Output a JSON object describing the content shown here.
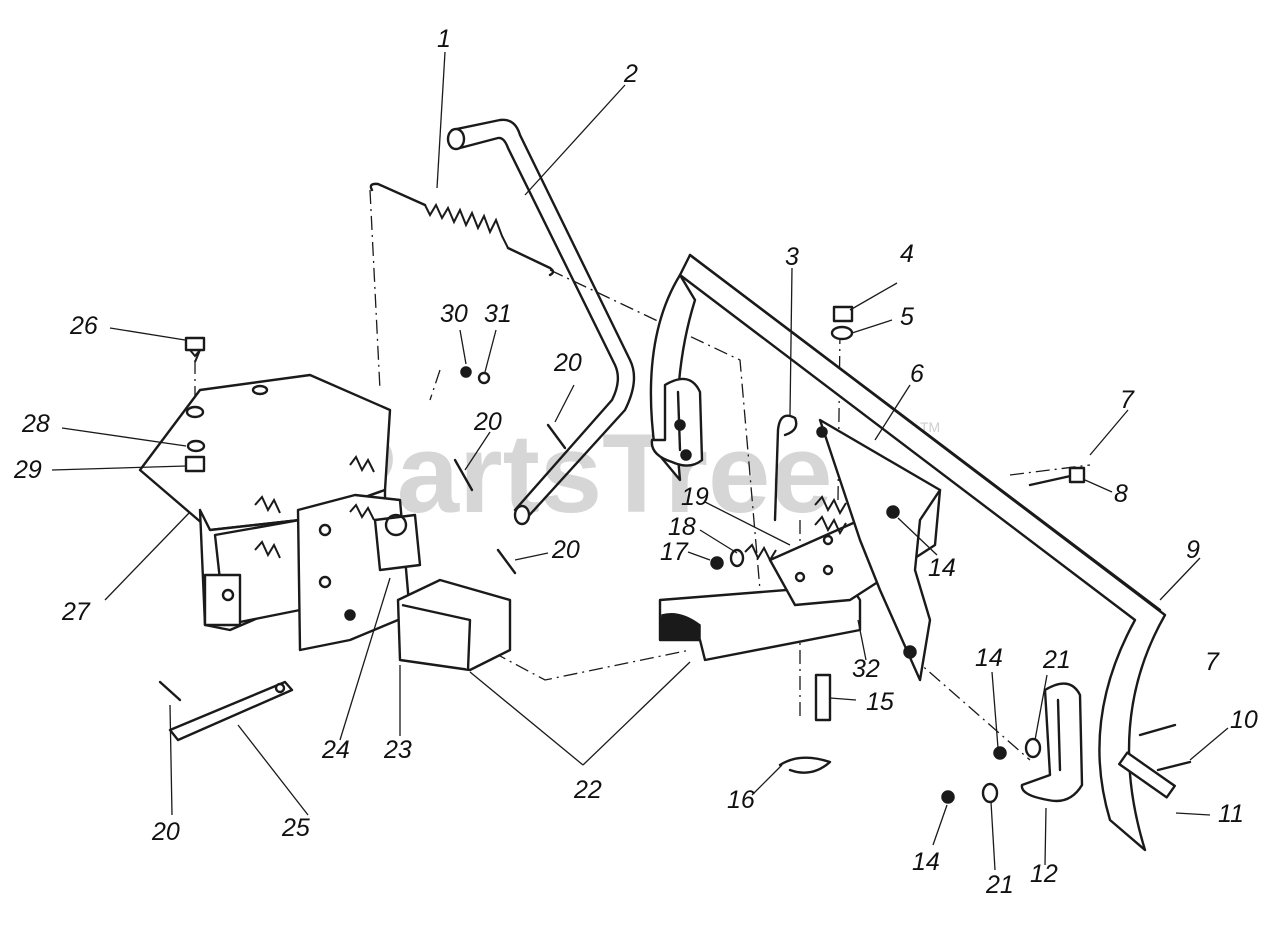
{
  "watermark": {
    "text": "PartsTree",
    "mark": "TM"
  },
  "callouts": {
    "c1": "1",
    "c2": "2",
    "c3": "3",
    "c4": "4",
    "c5": "5",
    "c6": "6",
    "c7a": "7",
    "c7b": "7",
    "c8": "8",
    "c9": "9",
    "c10": "10",
    "c11": "11",
    "c12": "12",
    "c14a": "14",
    "c14b": "14",
    "c14c": "14",
    "c15": "15",
    "c16": "16",
    "c17": "17",
    "c18": "18",
    "c19": "19",
    "c20a": "20",
    "c20b": "20",
    "c20c": "20",
    "c20d": "20",
    "c21a": "21",
    "c21b": "21",
    "c22": "22",
    "c23": "23",
    "c24": "24",
    "c25": "25",
    "c26": "26",
    "c27": "27",
    "c28": "28",
    "c29": "29",
    "c30": "30",
    "c31": "31",
    "c32": "32"
  }
}
